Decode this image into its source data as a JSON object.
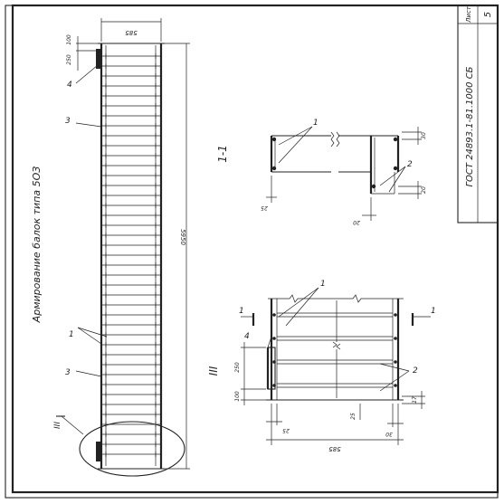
{
  "sheet": {
    "label": "Лист",
    "number": "5",
    "code": "ГОСТ 24893.1-81.1000 СБ"
  },
  "main_view": {
    "title": "Армирование балок типа 5ОЗ",
    "dim_width": "585",
    "dim_length": "5950",
    "dim_100": "100",
    "dim_250": "250",
    "callout_4": "4",
    "callout_3a": "3",
    "callout_1": "1",
    "callout_3b": "3",
    "detail_mark": "III"
  },
  "section_1_1": {
    "title": "1-1",
    "dim_30": "30",
    "dim_25": "25",
    "dim_20_right": "20",
    "dim_20_bottom": "20",
    "callout_1": "1",
    "callout_2": "2"
  },
  "detail_III": {
    "title": "III",
    "section_mark_left": "1",
    "section_mark_right": "1",
    "callout_4": "4",
    "callout_1": "1",
    "callout_2": "2",
    "dim_250": "250",
    "dim_100": "100",
    "dim_25_left": "25",
    "dim_25_mid": "25",
    "dim_30": "30",
    "dim_17": "17",
    "dim_585": "585"
  }
}
